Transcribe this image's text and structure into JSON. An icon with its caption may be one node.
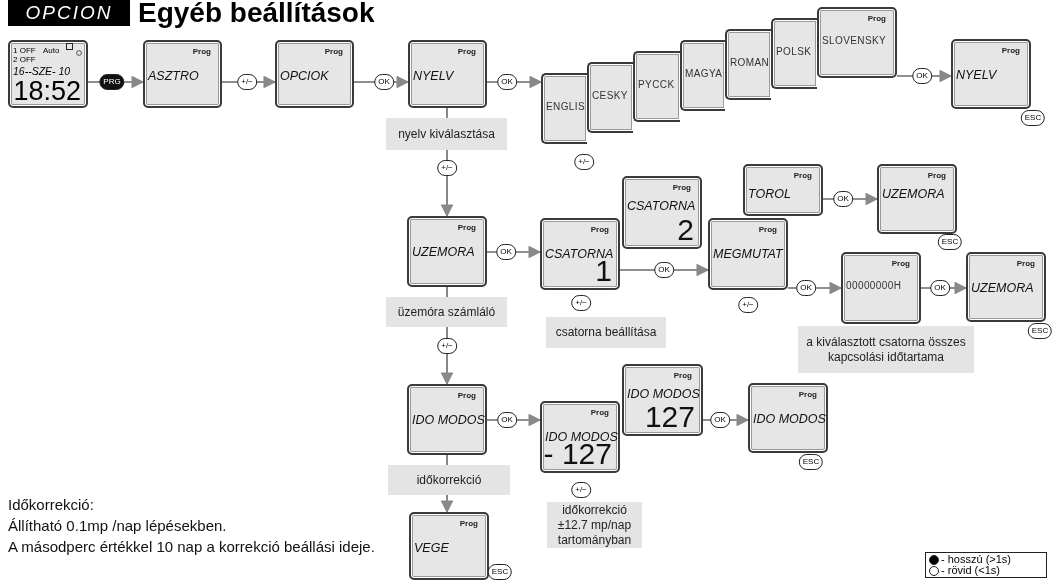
{
  "diagram": {
    "title": "Egyéb beállítások",
    "nodes": [
      {
        "text": [
          "1 OFF",
          "Auto",
          "2 OFF",
          "16--SZE- 10",
          "18:52"
        ]
      },
      {
        "text": [
          "Prog",
          "ASZTRO"
        ]
      },
      {
        "text": [
          "Prog",
          "OPCIOK"
        ]
      },
      {
        "text": [
          "Prog",
          "NYELV"
        ]
      },
      {
        "text": [
          "nyelv kiválasztása"
        ]
      },
      {
        "text": [
          "ENGLIS"
        ],
        "beside": [
          "+/−"
        ]
      },
      {
        "text": [
          "CESKY"
        ]
      },
      {
        "text": [
          "PYCCK"
        ]
      },
      {
        "text": [
          "MAGYA"
        ]
      },
      {
        "text": [
          "ROMAN"
        ]
      },
      {
        "text": [
          "POLSK"
        ]
      },
      {
        "text": [
          "Prog",
          "SLOVENSKY"
        ]
      },
      {
        "text": [
          "Prog",
          "NYELV"
        ],
        "beside": [
          "ESC"
        ]
      },
      {
        "text": [
          "Prog",
          "UZEMORA"
        ]
      },
      {
        "text": [
          "üzemóra számláló"
        ]
      },
      {
        "text": [
          "Prog",
          "CSATORNA",
          "2"
        ]
      },
      {
        "text": [
          "Prog",
          "CSATORNA",
          "1"
        ],
        "beside": [
          "+/−"
        ]
      },
      {
        "text": [
          "csatorna beállítása"
        ]
      },
      {
        "text": [
          "Prog",
          "TOROL"
        ]
      },
      {
        "text": [
          "Prog",
          "MEGMUTAT"
        ],
        "beside": [
          "+/−"
        ]
      },
      {
        "text": [
          "Prog",
          "UZEMORA"
        ],
        "beside": [
          "ESC"
        ]
      },
      {
        "text": [
          "Prog",
          "00000000H"
        ]
      },
      {
        "text": [
          "a kiválasztott csatorna összes kapcsolási időtartama"
        ]
      },
      {
        "text": [
          "Prog",
          "UZEMORA"
        ],
        "beside": [
          "ESC"
        ]
      },
      {
        "text": [
          "Prog",
          "IDO MODOS"
        ]
      },
      {
        "text": [
          "időkorrekció"
        ]
      },
      {
        "text": [
          "Prog",
          "IDO MODOS",
          "127"
        ]
      },
      {
        "text": [
          "Prog",
          "IDO MODOS",
          "- 127"
        ],
        "beside": [
          "+/−"
        ]
      },
      {
        "text": [
          "időkorrekció ±12.7 mp/nap tartományban"
        ]
      },
      {
        "text": [
          "Prog",
          "IDO MODOS"
        ],
        "beside": [
          "ESC"
        ]
      },
      {
        "text": [
          "Prog",
          "VEGE"
        ],
        "beside": [
          "ESC"
        ]
      }
    ],
    "edges": [
      {
        "from": 0,
        "to": 1,
        "arrow": "to",
        "label": "PRG"
      },
      {
        "from": 1,
        "to": 2,
        "arrow": "to",
        "label": "+/−"
      },
      {
        "from": 2,
        "to": 3,
        "arrow": "to",
        "label": "OK"
      },
      {
        "from": 3,
        "to": 5,
        "arrow": "to",
        "label": "OK"
      },
      {
        "from": 11,
        "to": 12,
        "arrow": "to",
        "label": "OK"
      },
      {
        "from": 3,
        "to": 4,
        "arrow": "none"
      },
      {
        "from": 4,
        "to": 13,
        "arrow": "to",
        "label": "+/−"
      },
      {
        "from": 13,
        "to": 16,
        "arrow": "to",
        "label": "OK"
      },
      {
        "from": 16,
        "to": 19,
        "arrow": "to",
        "label": "OK"
      },
      {
        "from": 18,
        "to": 20,
        "arrow": "to",
        "label": "OK"
      },
      {
        "from": 19,
        "to": 21,
        "arrow": "to",
        "label": "OK"
      },
      {
        "from": 21,
        "to": 23,
        "arrow": "to",
        "label": "OK"
      },
      {
        "from": 13,
        "to": 14,
        "arrow": "none"
      },
      {
        "from": 14,
        "to": 24,
        "arrow": "to",
        "label": "+/−"
      },
      {
        "from": 24,
        "to": 27,
        "arrow": "to",
        "label": "OK"
      },
      {
        "from": 26,
        "to": 29,
        "arrow": "to",
        "label": "OK"
      },
      {
        "from": 24,
        "to": 25,
        "arrow": "none"
      },
      {
        "from": 25,
        "to": 30,
        "arrow": "to"
      }
    ],
    "labels": [
      "OPCION",
      "Időkorrekció:",
      "Állítható 0.1mp /nap lépésekben.",
      "A másodperc értékkel 10 nap a korrekció beállási ideje."
    ],
    "legend": [
      {
        "text": "- hosszú (>1s)",
        "color": "#000000"
      },
      {
        "text": "- rövid (<1s)"
      }
    ]
  }
}
